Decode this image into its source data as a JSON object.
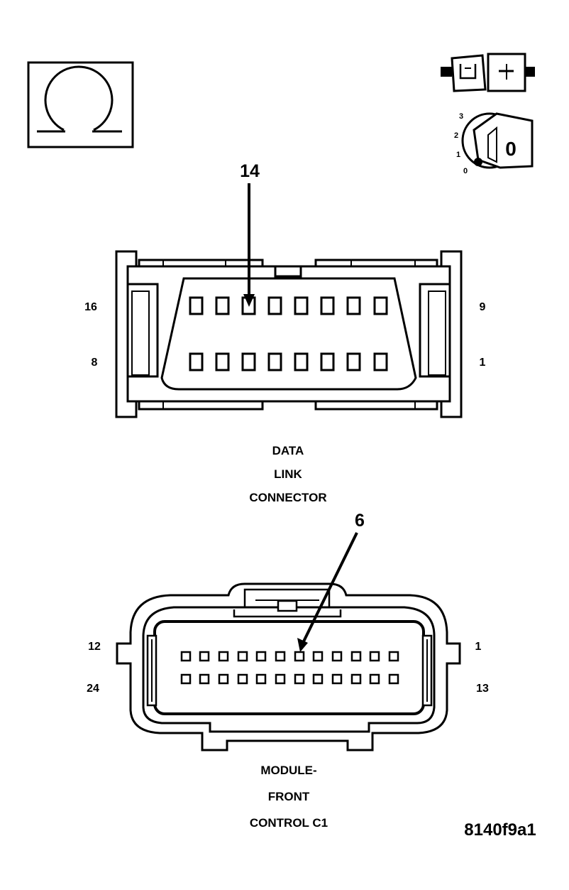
{
  "dlc": {
    "callout": "14",
    "pin_left_top": "16",
    "pin_left_bottom": "8",
    "pin_right_top": "9",
    "pin_right_bottom": "1",
    "title_line1": "DATA",
    "title_line2": "LINK",
    "title_line3": "CONNECTOR"
  },
  "fcm": {
    "callout": "6",
    "pin_left_top": "12",
    "pin_left_bottom": "24",
    "pin_right_top": "1",
    "pin_right_bottom": "13",
    "title_line1": "MODULE-",
    "title_line2": "FRONT",
    "title_line3": "CONTROL C1"
  },
  "ignition_positions": [
    "3",
    "2",
    "1",
    "0"
  ],
  "key_label": "0",
  "figure_id": "8140f9a1",
  "icons": {
    "meter": "ohmmeter-icon",
    "disconnect": "disconnected-connector-icon",
    "ignition": "ignition-key-off-icon"
  }
}
